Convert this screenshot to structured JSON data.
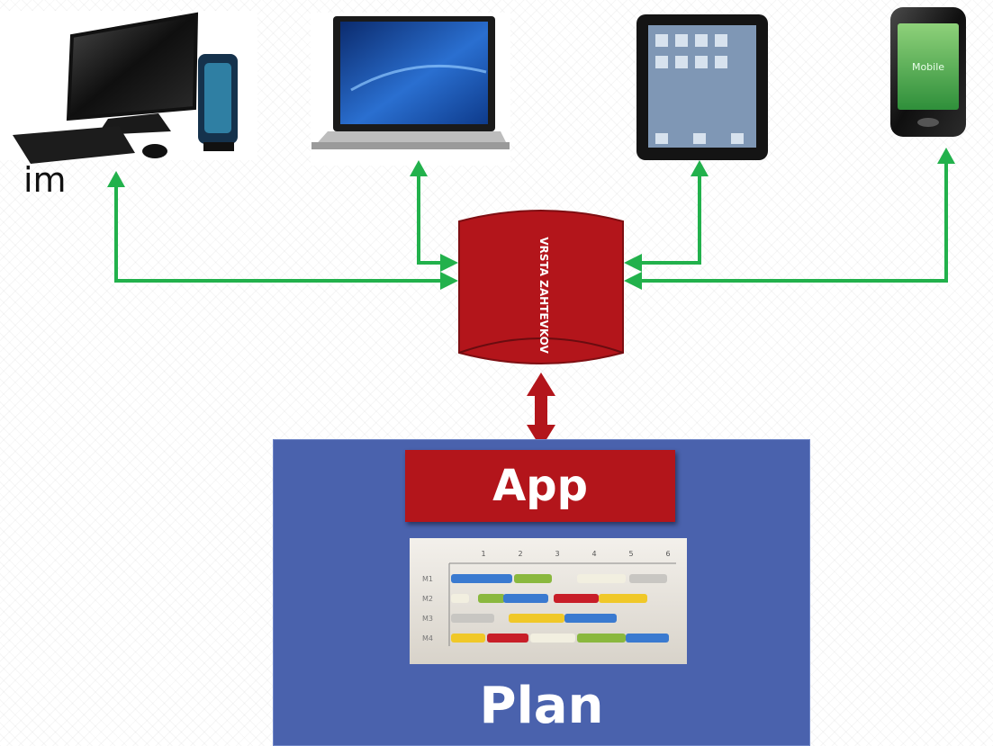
{
  "side_text": "im",
  "queue": {
    "label": "VRSTA ZAHTEVKOV",
    "color": "#b3151b"
  },
  "devices": [
    {
      "name": "desktop-computer-icon"
    },
    {
      "name": "laptop-icon"
    },
    {
      "name": "tablet-icon"
    },
    {
      "name": "smartphone-icon",
      "screen_text": "Mobile"
    }
  ],
  "app": {
    "label": "App",
    "color": "#b3151b"
  },
  "plan": {
    "label": "Plan",
    "color": "#4a62ad"
  },
  "gantt": {
    "columns": [
      "1",
      "2",
      "3",
      "4",
      "5",
      "6"
    ],
    "rows": [
      "M1",
      "M2",
      "M3",
      "M4"
    ]
  },
  "colors": {
    "arrow_green": "#22b14c",
    "arrow_red": "#b3151b"
  }
}
